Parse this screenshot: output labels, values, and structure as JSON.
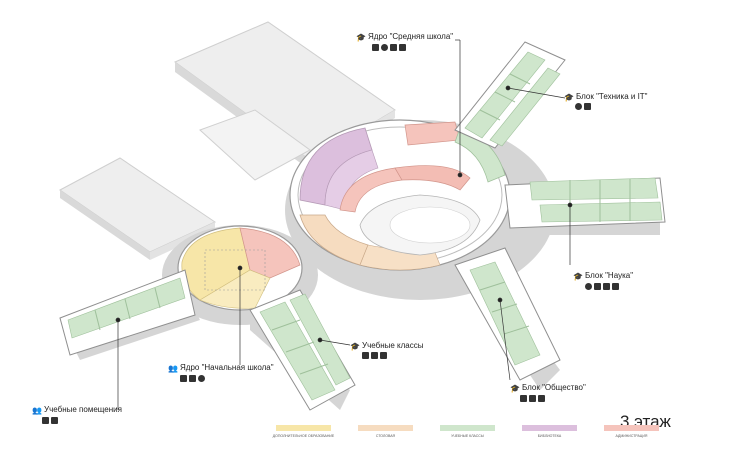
{
  "floor_label": "3 этаж",
  "callouts": {
    "core_middle": "Ядро \"Средняя школа\"",
    "block_tech": "Блок \"Техника и IT\"",
    "block_science": "Блок \"Наука\"",
    "block_society": "Блок \"Общество\"",
    "classrooms": "Учебные классы",
    "core_primary": "Ядро \"Начальная школа\"",
    "study_rooms": "Учебные помещения"
  },
  "legend": [
    {
      "label": "дополнительное образование",
      "color": "#f7e6a8"
    },
    {
      "label": "столовая",
      "color": "#f6dcc0"
    },
    {
      "label": "учебные классы",
      "color": "#cfe6cc"
    },
    {
      "label": "библиотека",
      "color": "#dcbfdd"
    },
    {
      "label": "администрация",
      "color": "#f5c4bc"
    }
  ],
  "colors": {
    "green": "#cfe6cc",
    "pink": "#f5c4bc",
    "purple": "#dcbfdd",
    "peach": "#f6dcc0",
    "yellow": "#f7e6a8",
    "wall": "#ffffff",
    "shadow": "#c9c9c9",
    "roof": "#efefef"
  }
}
